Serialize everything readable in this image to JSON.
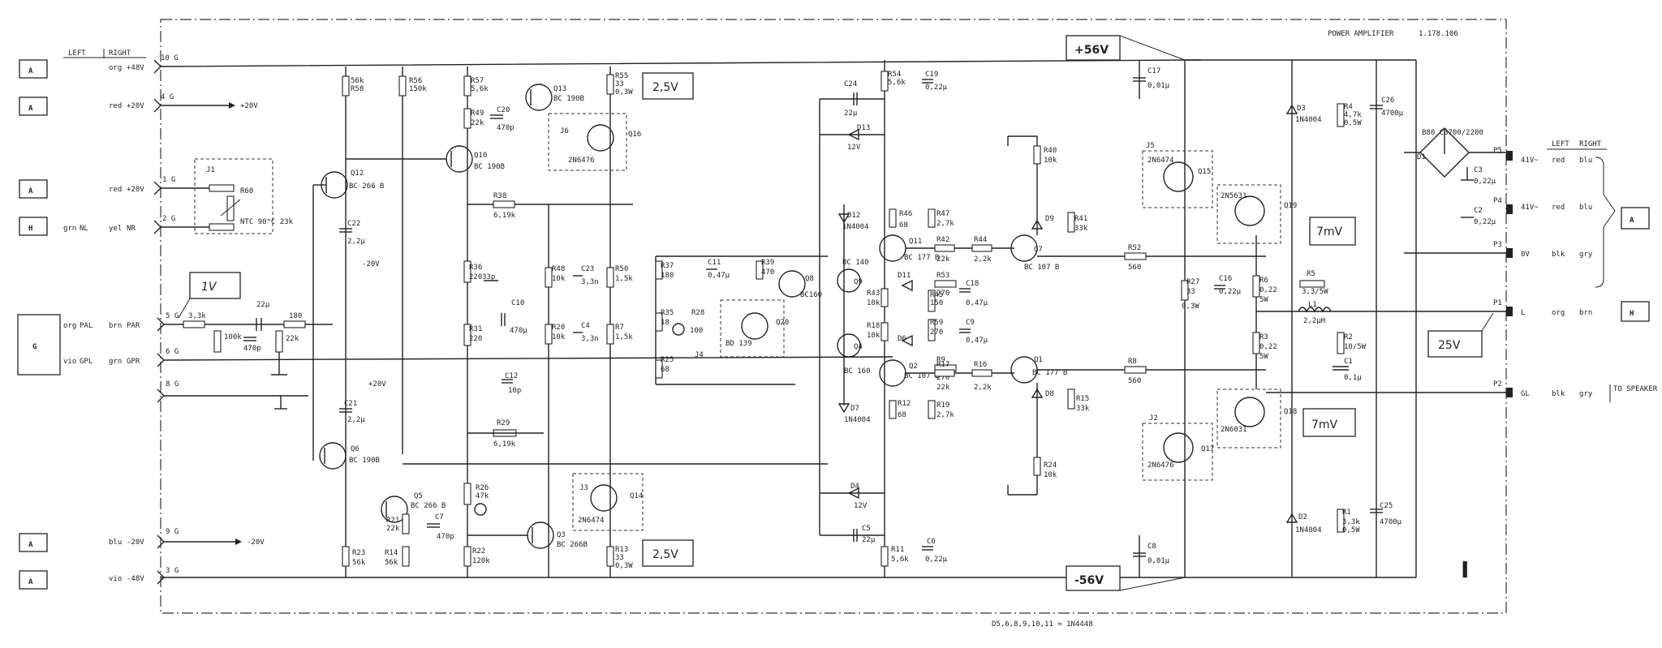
{
  "title_block": {
    "title": "POWER AMPLIFIER",
    "doc_no": "1.178.106"
  },
  "footnote": "D5,6,8,9,10,11 = 1N4448",
  "left_header": {
    "left": "LEFT",
    "right": "RIGHT"
  },
  "right_header": {
    "left": "LEFT",
    "right": "RIGHT"
  },
  "left_connectors": [
    {
      "letter": "A",
      "left": "",
      "right": "org",
      "signal": "+48V",
      "pin": "10 G"
    },
    {
      "letter": "A",
      "left": "",
      "right": "red",
      "signal": "+20V",
      "pin": "4 G",
      "arrow": "+20V"
    },
    {
      "letter": "A",
      "left": "",
      "right": "red",
      "signal": "+20V",
      "pin": "1 G"
    },
    {
      "letter": "H",
      "left": "grn",
      "right": "NL",
      "extra": "yel",
      "signal": "NR",
      "pin": "2 G"
    },
    {
      "letter": "G",
      "left": "org",
      "right": "PAL",
      "extra": "brn",
      "signal": "PAR",
      "pin": "5 G"
    },
    {
      "letter": "",
      "left": "vio",
      "right": "GPL",
      "extra": "grn",
      "signal": "GPR",
      "pin": "6 G"
    },
    {
      "letter": "",
      "left": "",
      "right": "",
      "signal": "",
      "pin": "8 G"
    },
    {
      "letter": "A",
      "left": "",
      "right": "blu",
      "signal": "-20V",
      "pin": "9 G",
      "arrow": "-20V"
    },
    {
      "letter": "A",
      "left": "",
      "right": "vio",
      "signal": "-48V",
      "pin": "3 G"
    }
  ],
  "right_connectors": [
    {
      "pin": "P5",
      "signal": "41V~",
      "left": "red",
      "right": "blu"
    },
    {
      "pin": "P4",
      "signal": "41V~",
      "left": "red",
      "right": "blu"
    },
    {
      "pin": "P3",
      "signal": "0V",
      "left": "blk",
      "right": "gry"
    },
    {
      "pin": "P1",
      "signal": "L",
      "left": "org",
      "right": "brn"
    },
    {
      "pin": "P2",
      "signal": "GL",
      "left": "blk",
      "right": "gry",
      "note": "TO SPEAKER SOCKET"
    }
  ],
  "right_letters": [
    "A",
    "H"
  ],
  "boxed_labels": {
    "v_pos56": "+56V",
    "v_neg56": "-56V",
    "v_25a": "2,5V",
    "v_25b": "2,5V",
    "mv_a": "7mV",
    "mv_b": "7mV",
    "v_25": "25V",
    "v_1": "1V"
  },
  "modules": [
    "J1",
    "J2",
    "J3",
    "J4",
    "J5",
    "J6"
  ],
  "thermistor": "NTC 90°C 23k",
  "bridge": {
    "name": "D1",
    "type": "B80 C3700/2200"
  },
  "components": {
    "R58": "56k",
    "R56": "150k",
    "R57": "5,6k",
    "R49": "22k",
    "R55": "33",
    "R55w": "0,3W",
    "R60": "R60",
    "R34": "3,3k",
    "R33": "100k",
    "R30": "180",
    "R32": "22k",
    "R38": "6,19k",
    "R36": "220",
    "R31": "220",
    "R29": "6,19k",
    "R48": "10k",
    "R20": "10k",
    "R50": "1,5k",
    "R7": "1,5k",
    "R37": "180",
    "R35": "18",
    "R28": "100",
    "R25": "68",
    "R39": "470",
    "R54": "5,6k",
    "R46": "68",
    "R47": "2,7k",
    "R42": "22k",
    "R44": "2,2k",
    "R43": "10k",
    "R53": "270",
    "R45": "150",
    "R18": "10k",
    "R59": "270",
    "R9": "270",
    "R17": "22k",
    "R16": "2,2k",
    "R12": "68",
    "R19": "2,7k",
    "R40": "10k",
    "R41": "33k",
    "R52": "560",
    "R27": "33",
    "R27w": "0,3W",
    "R6": "0,22",
    "R6w": "5W",
    "R15": "33k",
    "R8": "560",
    "R24": "10k",
    "R3": "0,22",
    "R3w": "5W",
    "R4": "4,7k",
    "R4w": "0,5W",
    "R5": "3,3/5W",
    "R2": "10/5W",
    "R1": "3,3k",
    "R1w": "0,5W",
    "R21": "22k",
    "R14": "56k",
    "R23": "56k",
    "R22": "120k",
    "R26": "47k",
    "R13": "33",
    "R13w": "0,3W",
    "R11": "5,6k",
    "C19": "0,22µ",
    "C20": "470p",
    "C22": "2,2µ",
    "C21": "2,2µ",
    "C14": "22µ",
    "C15": "470p",
    "C13": "33p",
    "C10": "470µ",
    "C12": "10p",
    "C23": "3,3n",
    "C4": "3,3n",
    "C11": "0,47µ",
    "C24": "22µ",
    "C18": "0,47µ",
    "C9": "0,47µ",
    "C17": "0,01µ",
    "C16": "0,22µ",
    "C26": "4700µ",
    "C3": "0,22µ",
    "C2": "0,22µ",
    "C1": "0,1µ",
    "C25": "4700µ",
    "C8": "0,01µ",
    "C7": "470p",
    "C5": "22µ",
    "C6": "0,22µ",
    "L1": "2,2µH",
    "D13": "12V",
    "D12": "1N4004",
    "D7": "1N4004",
    "D4": "12V",
    "D3": "1N4004",
    "D2": "1N4004",
    "Q13": "BC 190B",
    "Q16": "2N6476",
    "Q10": "BC 190B",
    "Q12": "BC 266 B",
    "Q6": "BC 190B",
    "Q5": "BC 266 B",
    "Q3": "BC 266B",
    "Q14": "2N6474",
    "Q8": "BC160",
    "Q20": "BD 139",
    "Q9": "BC 140",
    "Q4": "BC 160",
    "Q11": "BC 177 B",
    "Q2": "BC 107 B",
    "Q7": "BC 107 B",
    "Q1": "BC 177 B",
    "Q15": "2N6474",
    "Q17": "2N6476",
    "Q19": "2N5631",
    "Q18": "2N6031"
  },
  "misc_text": {
    "plus20": "+20V",
    "minus20": "-20V",
    "marker": "I"
  }
}
